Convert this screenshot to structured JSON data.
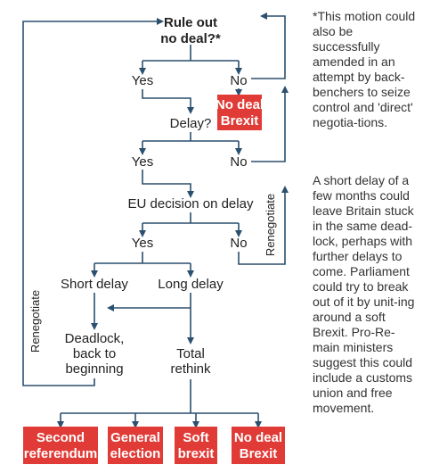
{
  "diagram": {
    "q_rule_out_line1": "Rule out",
    "q_rule_out_line2": "no deal?*",
    "yes_1": "Yes",
    "no_1": "No",
    "no_deal_brexit_line1": "No deal",
    "no_deal_brexit_line2": "Brexit",
    "q_delay": "Delay?",
    "yes_2": "Yes",
    "no_2": "No",
    "eu_decision": "EU decision on delay",
    "yes_3": "Yes",
    "no_3": "No",
    "short_delay": "Short delay",
    "long_delay": "Long delay",
    "deadlock_line1": "Deadlock,",
    "deadlock_line2": "back to",
    "deadlock_line3": "beginning",
    "total_line1": "Total",
    "total_line2": "rethink",
    "renegotiate_left": "Renegotiate",
    "renegotiate_right": "Renegotiate",
    "outcomes": [
      {
        "line1": "Second",
        "line2": "referendum"
      },
      {
        "line1": "General",
        "line2": "election"
      },
      {
        "line1": "Soft",
        "line2": "brexit"
      },
      {
        "line1": "No deal",
        "line2": "Brexit"
      }
    ],
    "colors": {
      "line": "#2b4f6e",
      "outcome": "#e03b36"
    }
  },
  "notes": {
    "note1": "*This motion could also be successfully amended in an attempt by back-benchers to seize control and 'direct' negotia-tions.",
    "note2": "A short delay of a few months could leave Britain stuck in the same dead-lock, perhaps with further delays to come. Parliament could try to break out of it by unit-ing around a soft Brexit. Pro-Re-main ministers suggest this could include a customs union and free movement."
  }
}
